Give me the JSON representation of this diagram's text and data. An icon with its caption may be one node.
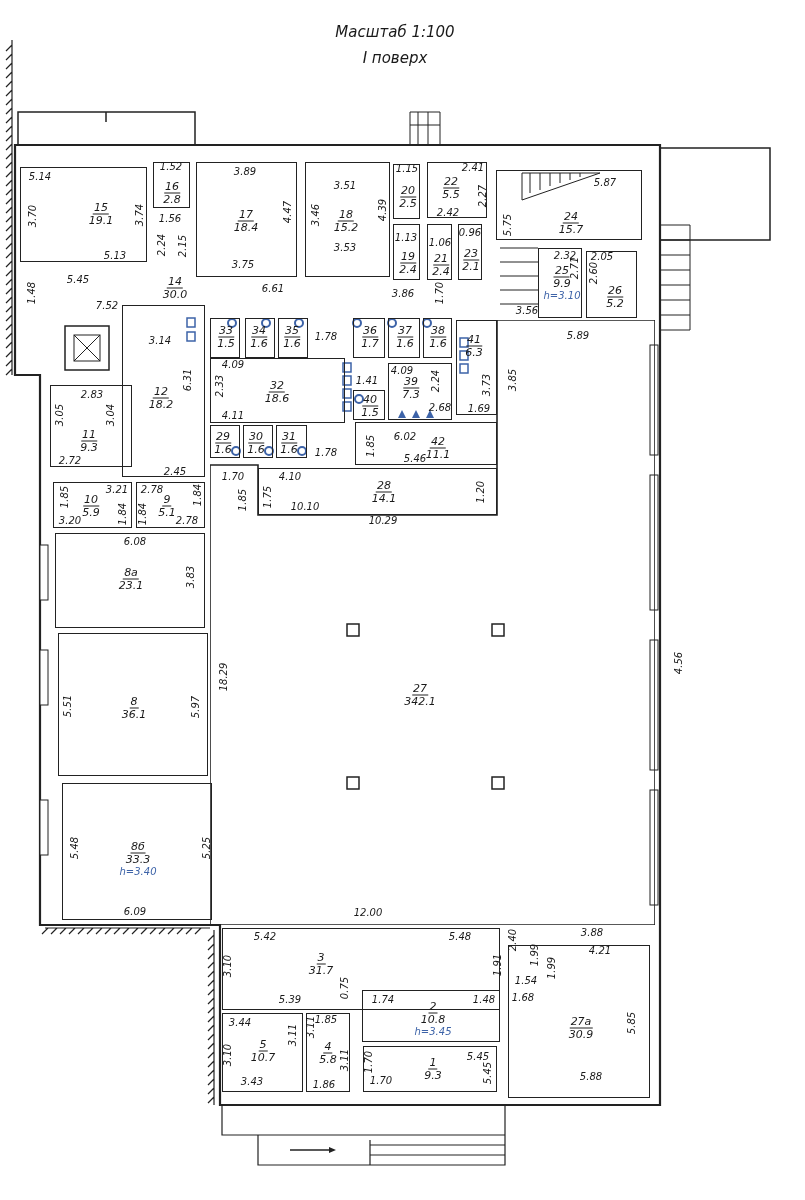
{
  "diagram": {
    "title": "Масштаб 1:100",
    "nodes": [
      {
        "text": [
          "15",
          "19.1"
        ]
      },
      {
        "text": [
          "16",
          "2.8"
        ]
      },
      {
        "text": [
          "17",
          "18.4"
        ]
      },
      {
        "text": [
          "18",
          "15.2"
        ]
      },
      {
        "text": [
          "20",
          "2.5"
        ]
      },
      {
        "text": [
          "22",
          "5.5"
        ]
      },
      {
        "text": [
          "24",
          "15.7"
        ]
      },
      {
        "text": [
          "19",
          "2.4"
        ]
      },
      {
        "text": [
          "21",
          "2.4"
        ]
      },
      {
        "text": [
          "23",
          "2.1"
        ]
      },
      {
        "text": [
          "14",
          "30.0"
        ]
      },
      {
        "text": [
          "25",
          "9.9",
          "h=3.10"
        ]
      },
      {
        "text": [
          "26",
          "5.2"
        ]
      },
      {
        "text": [
          "12",
          "18.2"
        ]
      },
      {
        "text": [
          "11",
          "9.3"
        ]
      },
      {
        "text": [
          "33",
          "1.5"
        ]
      },
      {
        "text": [
          "34",
          "1.6"
        ]
      },
      {
        "text": [
          "35",
          "1.6"
        ]
      },
      {
        "text": [
          "36",
          "1.7"
        ]
      },
      {
        "text": [
          "37",
          "1.6"
        ]
      },
      {
        "text": [
          "38",
          "1.6"
        ]
      },
      {
        "text": [
          "32",
          "18.6"
        ]
      },
      {
        "text": [
          "39",
          "7.3"
        ]
      },
      {
        "text": [
          "40",
          "1.5"
        ]
      },
      {
        "text": [
          "41",
          "6.3"
        ]
      },
      {
        "text": [
          "29",
          "1.6"
        ]
      },
      {
        "text": [
          "30",
          "1.6"
        ]
      },
      {
        "text": [
          "31",
          "1.6"
        ]
      },
      {
        "text": [
          "42",
          "11.1"
        ]
      },
      {
        "text": [
          "10",
          "5.9"
        ]
      },
      {
        "text": [
          "9",
          "5.1"
        ]
      },
      {
        "text": [
          "28",
          "14.1"
        ]
      },
      {
        "text": [
          "8а",
          "23.1"
        ]
      },
      {
        "text": [
          "27",
          "342.1"
        ]
      },
      {
        "text": [
          "8",
          "36.1"
        ]
      },
      {
        "text": [
          "8б",
          "33.3",
          "h=3.40"
        ]
      },
      {
        "text": [
          "3",
          "31.7"
        ]
      },
      {
        "text": [
          "27а",
          "30.9"
        ]
      },
      {
        "text": [
          "2",
          "10.8",
          "h=3.45"
        ]
      },
      {
        "text": [
          "5",
          "10.7"
        ]
      },
      {
        "text": [
          "4",
          "5.8"
        ]
      },
      {
        "text": [
          "1",
          "9.3"
        ]
      }
    ],
    "labels": [
      "І поверх",
      "5.14",
      "1.52",
      "3.89",
      "3.51",
      "1.15",
      "2.41",
      "5.87",
      "2.27",
      "3.70",
      "3.74",
      "4.47",
      "3.46",
      "4.39",
      "5.75",
      "2.42",
      "1.56",
      "1.13",
      "1.06",
      "0.96",
      "2.24",
      "2.15",
      "5.13",
      "3.75",
      "3.53",
      "2.32",
      "2.05",
      "2.71",
      "2.60",
      "1.48",
      "5.45",
      "6.61",
      "3.86",
      "1.70",
      "7.52",
      "3.56",
      "5.89",
      "3.14",
      "1.78",
      "4.09",
      "4.09",
      "6.31",
      "3.85",
      "2.83",
      "2.33",
      "1.41",
      "2.24",
      "3.73",
      "2.68",
      "3.05",
      "3.04",
      "4.11",
      "1.69",
      "6.02",
      "1.85",
      "1.78",
      "2.72",
      "5.46",
      "2.45",
      "1.70",
      "4.10",
      "1.85",
      "3.21",
      "2.78",
      "1.84",
      "1.85",
      "1.75",
      "1.20",
      "10.10",
      "1.84",
      "1.84",
      "3.20",
      "2.78",
      "10.29",
      "6.08",
      "3.83",
      "4.56",
      "18.29",
      "5.51",
      "5.97",
      "5.48",
      "5.25",
      "6.09",
      "12.00",
      "3.88",
      "5.42",
      "5.48",
      "2.40",
      "4.21",
      "1.99",
      "3.10",
      "1.91",
      "1.99",
      "1.54",
      "0.75",
      "5.39",
      "1.74",
      "1.48",
      "1.68",
      "3.44",
      "1.85",
      "5.85",
      "3.11",
      "3.11",
      "3.10",
      "3.11",
      "1.70",
      "5.45",
      "1.70",
      "5.45",
      "5.88",
      "3.43",
      "1.86"
    ]
  }
}
